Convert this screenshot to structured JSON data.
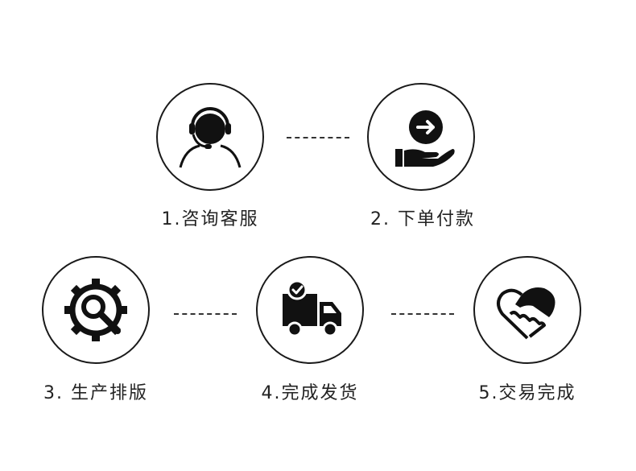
{
  "steps": [
    {
      "label": "1.咨询客服"
    },
    {
      "label": "2. 下单付款"
    },
    {
      "label": "3. 生产排版"
    },
    {
      "label": "4.完成发货"
    },
    {
      "label": "5.交易完成"
    }
  ],
  "icons": {
    "step1": "customer-service-headset-icon",
    "step2": "payment-hand-arrow-icon",
    "step3": "gear-wrench-icon",
    "step4": "delivery-truck-icon",
    "step5": "handshake-heart-icon"
  }
}
